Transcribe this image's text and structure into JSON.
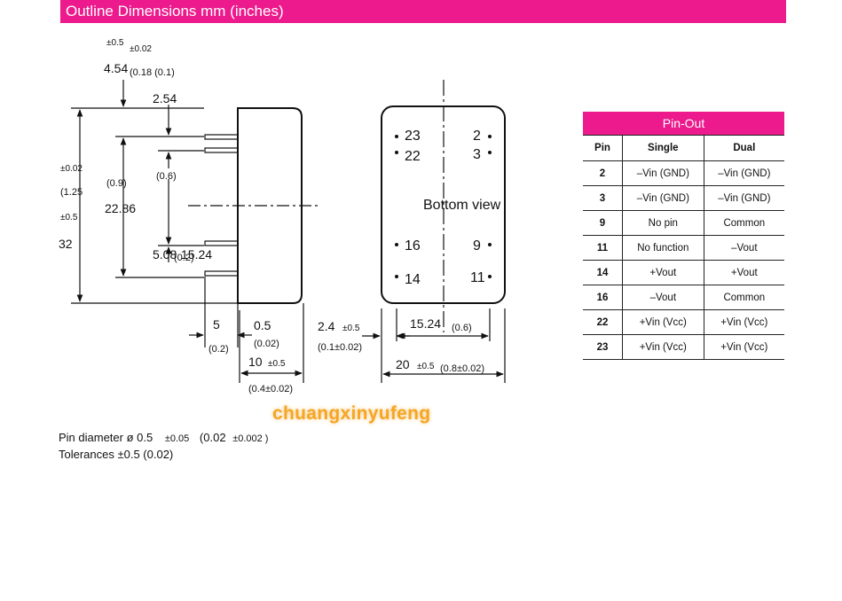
{
  "header": {
    "title": "Outline Dimensions mm (inches)"
  },
  "side_view": {
    "top_tol_a": "±0.5",
    "top_tol_b": "±0.02",
    "dim_4_54": "4.54",
    "dim_0_18": "(0.18 (0.1)",
    "dim_2_54": "2.54",
    "tol_002": "±0.02",
    "dim_1_25": "(1.25",
    "tol_05": "±0.5",
    "dim_32": "32",
    "dim_0_9": "(0.9)",
    "dim_0_6": "(0.6)",
    "dim_22_86": "22.86",
    "dim_5_08": "5.08",
    "dim_0_2": "(0.2)",
    "dim_15_24": "15.24",
    "dim_5": "5",
    "dim_5_in": "(0.2)",
    "dim_0_5": "0.5",
    "dim_0_5_in": "(0.02)",
    "dim_10": "10",
    "dim_10_tol": "±0.5",
    "dim_10_in": "(0.4±0.02)"
  },
  "bottom_view": {
    "label": "Bottom view",
    "pins": {
      "p23": "23",
      "p22": "22",
      "p16": "16",
      "p14": "14",
      "p2": "2",
      "p3": "3",
      "p9": "9",
      "p11": "11"
    },
    "dim_2_4": "2.4",
    "dim_2_4_tol": "±0.5",
    "dim_2_4_in": "(0.1±0.02)",
    "dim_15_24": "15.24",
    "dim_15_24_in": "(0.6)",
    "dim_20": "20",
    "dim_20_tol": "±0.5",
    "dim_20_in": "(0.8±0.02)"
  },
  "pinout": {
    "title": "Pin-Out",
    "headers": [
      "Pin",
      "Single",
      "Dual"
    ],
    "rows": [
      [
        "2",
        "–Vin (GND)",
        "–Vin (GND)"
      ],
      [
        "3",
        "–Vin (GND)",
        "–Vin (GND)"
      ],
      [
        "9",
        "No pin",
        "Common"
      ],
      [
        "11",
        "No function",
        "–Vout"
      ],
      [
        "14",
        "+Vout",
        "+Vout"
      ],
      [
        "16",
        "–Vout",
        "Common"
      ],
      [
        "22",
        "+Vin (Vcc)",
        "+Vin (Vcc)"
      ],
      [
        "23",
        "+Vin (Vcc)",
        "+Vin (Vcc)"
      ]
    ]
  },
  "notes": {
    "pin_diameter": "Pin diameter ø 0.5",
    "pin_tol": "±0.05",
    "pin_in": "(0.02",
    "pin_in_tol": "±0.002 )",
    "tolerances": "Tolerances ±0.5 (0.02)"
  },
  "brand": "chuangxinyufeng"
}
